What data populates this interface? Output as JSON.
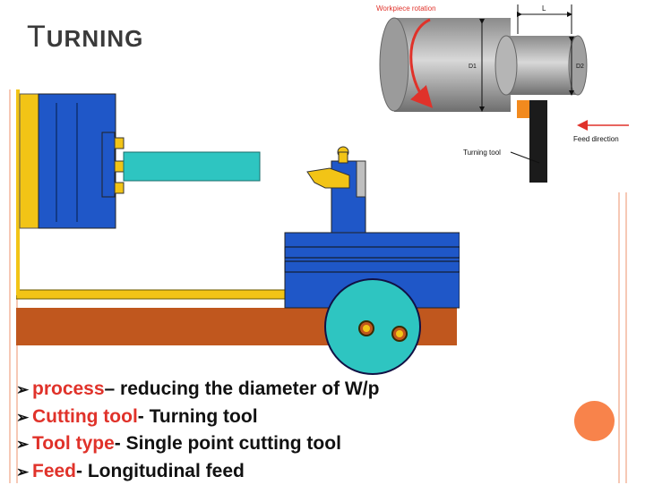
{
  "slide": {
    "title_first_letter": "T",
    "title_rest": "URNING"
  },
  "diagram": {
    "workpiece_rotation": "Workpiece rotation",
    "length_label": "L",
    "d1_label": "D1",
    "d2_label": "D2",
    "turning_tool": "Turning tool",
    "feed_direction": "Feed direction"
  },
  "bullets": [
    {
      "term": "process",
      "rest": " – reducing the diameter of W/p"
    },
    {
      "term": "Cutting tool",
      "rest": " - Turning tool"
    },
    {
      "term": "Tool type",
      "rest": "- Single point cutting tool"
    },
    {
      "term": "Feed",
      "rest": "- Longitudinal feed"
    }
  ],
  "colors": {
    "accent_red": "#e0322a",
    "frame_pink": "#f6c9b6",
    "dot_orange": "#f8834b"
  }
}
